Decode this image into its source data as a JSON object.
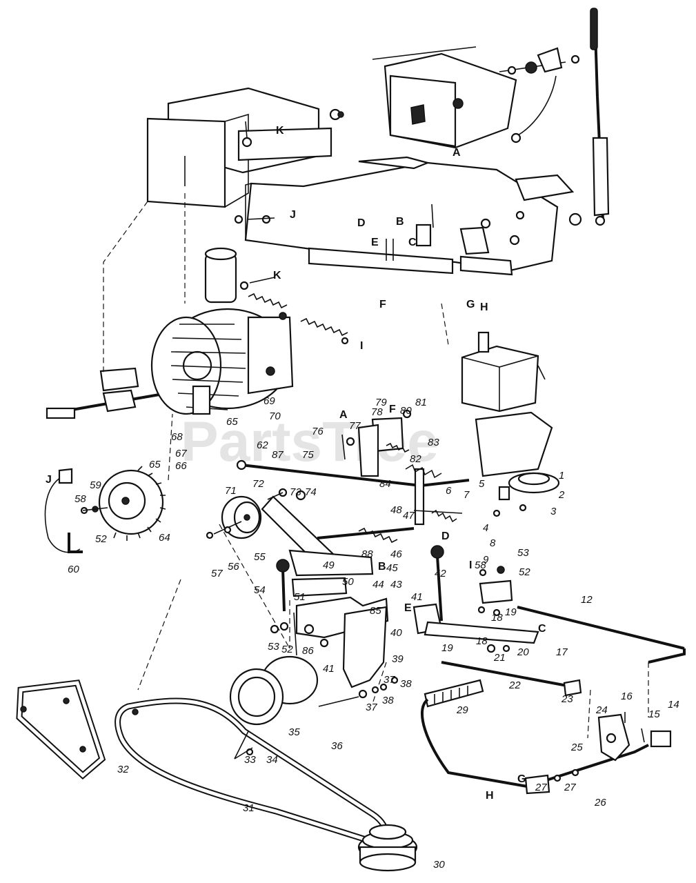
{
  "watermark": "PartsTree",
  "callouts": [
    {
      "id": "c1",
      "text": "1",
      "tx": "810",
      "ty": "694"
    },
    {
      "id": "c2",
      "text": "2",
      "tx": "810",
      "ty": "722"
    },
    {
      "id": "c3",
      "text": "3",
      "tx": "798",
      "ty": "746"
    },
    {
      "id": "c4",
      "text": "4",
      "tx": "700",
      "ty": "770"
    },
    {
      "id": "c5",
      "text": "5",
      "tx": "694",
      "ty": "706"
    },
    {
      "id": "c6",
      "text": "6",
      "tx": "646",
      "ty": "716"
    },
    {
      "id": "c7",
      "text": "7",
      "tx": "672",
      "ty": "722"
    },
    {
      "id": "c8",
      "text": "8",
      "tx": "710",
      "ty": "792"
    },
    {
      "id": "c9",
      "text": "9",
      "tx": "700",
      "ty": "816"
    },
    {
      "id": "c12",
      "text": "12",
      "tx": "842",
      "ty": "874"
    },
    {
      "id": "c14",
      "text": "14",
      "tx": "968",
      "ty": "1026"
    },
    {
      "id": "c15",
      "text": "15",
      "tx": "940",
      "ty": "1040"
    },
    {
      "id": "c16",
      "text": "16",
      "tx": "900",
      "ty": "1014"
    },
    {
      "id": "c17",
      "text": "17",
      "tx": "806",
      "ty": "950"
    },
    {
      "id": "c18a",
      "text": "18",
      "tx": "712",
      "ty": "900"
    },
    {
      "id": "c18b",
      "text": "18",
      "tx": "690",
      "ty": "934"
    },
    {
      "id": "c19a",
      "text": "19",
      "tx": "732",
      "ty": "892"
    },
    {
      "id": "c19b",
      "text": "19",
      "tx": "640",
      "ty": "944"
    },
    {
      "id": "c20",
      "text": "20",
      "tx": "750",
      "ty": "950"
    },
    {
      "id": "c21",
      "text": "21",
      "tx": "716",
      "ty": "958"
    },
    {
      "id": "c22",
      "text": "22",
      "tx": "738",
      "ty": "998"
    },
    {
      "id": "c23",
      "text": "23",
      "tx": "814",
      "ty": "1018"
    },
    {
      "id": "c24",
      "text": "24",
      "tx": "864",
      "ty": "1034"
    },
    {
      "id": "c25",
      "text": "25",
      "tx": "828",
      "ty": "1088"
    },
    {
      "id": "c26",
      "text": "26",
      "tx": "862",
      "ty": "1168"
    },
    {
      "id": "c27a",
      "text": "27",
      "tx": "776",
      "ty": "1146"
    },
    {
      "id": "c27b",
      "text": "27",
      "tx": "818",
      "ty": "1146"
    },
    {
      "id": "c29",
      "text": "29",
      "tx": "662",
      "ty": "1034"
    },
    {
      "id": "c30",
      "text": "30",
      "tx": "628",
      "ty": "1258"
    },
    {
      "id": "c31",
      "text": "31",
      "tx": "352",
      "ty": "1176"
    },
    {
      "id": "c32",
      "text": "32",
      "tx": "170",
      "ty": "1120"
    },
    {
      "id": "c33",
      "text": "33",
      "tx": "354",
      "ty": "1106"
    },
    {
      "id": "c34",
      "text": "34",
      "tx": "386",
      "ty": "1106"
    },
    {
      "id": "c35",
      "text": "35",
      "tx": "418",
      "ty": "1066"
    },
    {
      "id": "c36",
      "text": "36",
      "tx": "480",
      "ty": "1086"
    },
    {
      "id": "c37a",
      "text": "37",
      "tx": "556",
      "ty": "990"
    },
    {
      "id": "c37b",
      "text": "37",
      "tx": "530",
      "ty": "1030"
    },
    {
      "id": "c38a",
      "text": "38",
      "tx": "580",
      "ty": "996"
    },
    {
      "id": "c38b",
      "text": "38",
      "tx": "554",
      "ty": "1020"
    },
    {
      "id": "c39",
      "text": "39",
      "tx": "568",
      "ty": "960"
    },
    {
      "id": "c40",
      "text": "40",
      "tx": "566",
      "ty": "922"
    },
    {
      "id": "c41a",
      "text": "41",
      "tx": "596",
      "ty": "870"
    },
    {
      "id": "c41b",
      "text": "41",
      "tx": "468",
      "ty": "974"
    },
    {
      "id": "c42",
      "text": "42",
      "tx": "630",
      "ty": "836"
    },
    {
      "id": "c43",
      "text": "43",
      "tx": "566",
      "ty": "852"
    },
    {
      "id": "c44",
      "text": "44",
      "tx": "540",
      "ty": "852"
    },
    {
      "id": "c45",
      "text": "45",
      "tx": "560",
      "ty": "828"
    },
    {
      "id": "c46",
      "text": "46",
      "tx": "566",
      "ty": "808"
    },
    {
      "id": "c47",
      "text": "47",
      "tx": "584",
      "ty": "752"
    },
    {
      "id": "c48",
      "text": "48",
      "tx": "566",
      "ty": "744"
    },
    {
      "id": "c49",
      "text": "49",
      "tx": "468",
      "ty": "824"
    },
    {
      "id": "c50",
      "text": "50",
      "tx": "496",
      "ty": "848"
    },
    {
      "id": "c51",
      "text": "51",
      "tx": "426",
      "ty": "870"
    },
    {
      "id": "c52a",
      "text": "52",
      "tx": "752",
      "ty": "834"
    },
    {
      "id": "c52b",
      "text": "52",
      "tx": "408",
      "ty": "946"
    },
    {
      "id": "c52c",
      "text": "52",
      "tx": "138",
      "ty": "786"
    },
    {
      "id": "c53a",
      "text": "53",
      "tx": "750",
      "ty": "806"
    },
    {
      "id": "c53b",
      "text": "53",
      "tx": "388",
      "ty": "942"
    },
    {
      "id": "c54",
      "text": "54",
      "tx": "368",
      "ty": "860"
    },
    {
      "id": "c55",
      "text": "55",
      "tx": "368",
      "ty": "812"
    },
    {
      "id": "c56",
      "text": "56",
      "tx": "330",
      "ty": "826"
    },
    {
      "id": "c57",
      "text": "57",
      "tx": "306",
      "ty": "836"
    },
    {
      "id": "c58a",
      "text": "58",
      "tx": "688",
      "ty": "824"
    },
    {
      "id": "c58b",
      "text": "58",
      "tx": "108",
      "ty": "728"
    },
    {
      "id": "c59",
      "text": "59",
      "tx": "130",
      "ty": "708"
    },
    {
      "id": "c60",
      "text": "60",
      "tx": "98",
      "ty": "830"
    },
    {
      "id": "c62",
      "text": "62",
      "tx": "372",
      "ty": "650"
    },
    {
      "id": "c64",
      "text": "64",
      "tx": "230",
      "ty": "784"
    },
    {
      "id": "c65a",
      "text": "65",
      "tx": "328",
      "ty": "616"
    },
    {
      "id": "c65b",
      "text": "65",
      "tx": "216",
      "ty": "678"
    },
    {
      "id": "c66",
      "text": "66",
      "tx": "254",
      "ty": "680"
    },
    {
      "id": "c67",
      "text": "67",
      "tx": "254",
      "ty": "662"
    },
    {
      "id": "c68",
      "text": "68",
      "tx": "248",
      "ty": "638"
    },
    {
      "id": "c69",
      "text": "69",
      "tx": "382",
      "ty": "586"
    },
    {
      "id": "c70",
      "text": "70",
      "tx": "390",
      "ty": "608"
    },
    {
      "id": "c71",
      "text": "71",
      "tx": "326",
      "ty": "716"
    },
    {
      "id": "c72",
      "text": "72",
      "tx": "366",
      "ty": "706"
    },
    {
      "id": "c73",
      "text": "73",
      "tx": "420",
      "ty": "718"
    },
    {
      "id": "c74",
      "text": "74",
      "tx": "442",
      "ty": "718"
    },
    {
      "id": "c75",
      "text": "75",
      "tx": "438",
      "ty": "664"
    },
    {
      "id": "c76",
      "text": "76",
      "tx": "452",
      "ty": "630"
    },
    {
      "id": "c77",
      "text": "77",
      "tx": "506",
      "ty": "622"
    },
    {
      "id": "c78",
      "text": "78",
      "tx": "538",
      "ty": "602"
    },
    {
      "id": "c79",
      "text": "79",
      "tx": "544",
      "ty": "588"
    },
    {
      "id": "c80",
      "text": "80",
      "tx": "580",
      "ty": "600"
    },
    {
      "id": "c81",
      "text": "81",
      "tx": "602",
      "ty": "588"
    },
    {
      "id": "c82",
      "text": "82",
      "tx": "594",
      "ty": "670"
    },
    {
      "id": "c83",
      "text": "83",
      "tx": "620",
      "ty": "646"
    },
    {
      "id": "c84",
      "text": "84",
      "tx": "550",
      "ty": "706"
    },
    {
      "id": "c85",
      "text": "85",
      "tx": "536",
      "ty": "890"
    },
    {
      "id": "c86",
      "text": "86",
      "tx": "438",
      "ty": "948"
    },
    {
      "id": "c87",
      "text": "87",
      "tx": "394",
      "ty": "664"
    },
    {
      "id": "c88",
      "text": "88",
      "tx": "524",
      "ty": "808"
    }
  ],
  "letters": [
    {
      "id": "lA1",
      "text": "A",
      "tx": "656",
      "ty": "226"
    },
    {
      "id": "lA2",
      "text": "A",
      "tx": "492",
      "ty": "606"
    },
    {
      "id": "lB1",
      "text": "B",
      "tx": "574",
      "ty": "326"
    },
    {
      "id": "lB2",
      "text": "B",
      "tx": "548",
      "ty": "826"
    },
    {
      "id": "lC1",
      "text": "C",
      "tx": "592",
      "ty": "356"
    },
    {
      "id": "lC2",
      "text": "C",
      "tx": "780",
      "ty": "916"
    },
    {
      "id": "lD1",
      "text": "D",
      "tx": "518",
      "ty": "328"
    },
    {
      "id": "lD2",
      "text": "D",
      "tx": "640",
      "ty": "782"
    },
    {
      "id": "lE1",
      "text": "E",
      "tx": "538",
      "ty": "356"
    },
    {
      "id": "lE2",
      "text": "E",
      "tx": "586",
      "ty": "886"
    },
    {
      "id": "lF1",
      "text": "F",
      "tx": "550",
      "ty": "446"
    },
    {
      "id": "lF2",
      "text": "F",
      "tx": "564",
      "ty": "598"
    },
    {
      "id": "lG1",
      "text": "G",
      "tx": "676",
      "ty": "446"
    },
    {
      "id": "lG2",
      "text": "G",
      "tx": "750",
      "ty": "1134"
    },
    {
      "id": "lH1",
      "text": "H",
      "tx": "696",
      "ty": "450"
    },
    {
      "id": "lH2",
      "text": "H",
      "tx": "704",
      "ty": "1158"
    },
    {
      "id": "lI1",
      "text": "I",
      "tx": "522",
      "ty": "506"
    },
    {
      "id": "lI2",
      "text": "I",
      "tx": "680",
      "ty": "824"
    },
    {
      "id": "lJ1",
      "text": "J",
      "tx": "420",
      "ty": "316"
    },
    {
      "id": "lJ2",
      "text": "J",
      "tx": "66",
      "ty": "700"
    },
    {
      "id": "lK1",
      "text": "K",
      "tx": "400",
      "ty": "194"
    },
    {
      "id": "lK2",
      "text": "K",
      "tx": "396",
      "ty": "404"
    }
  ]
}
